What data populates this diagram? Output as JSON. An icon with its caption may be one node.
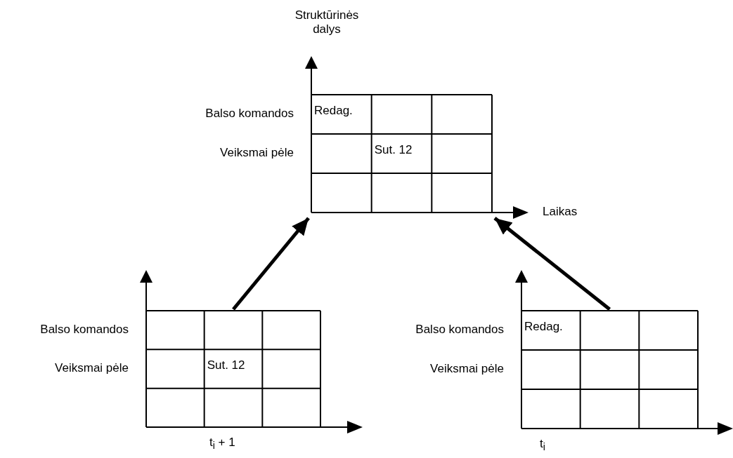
{
  "diagram": {
    "nodes": [
      {
        "text": [
          "Redag.",
          "Sut. 12"
        ],
        "beside": [
          "Balso komandos",
          "Veiksmai pėle"
        ]
      },
      {
        "text": [
          "Sut. 12"
        ],
        "beside": [
          "Balso komandos",
          "Veiksmai pėle",
          "t$_{i}$ + 1"
        ]
      },
      {
        "text": [
          "Redag."
        ],
        "beside": [
          "Balso komandos",
          "Veiksmai pėle",
          "t$_{i}$"
        ]
      }
    ],
    "edges": [
      {
        "from": 1,
        "to": 0,
        "arrow": "to"
      },
      {
        "from": 2,
        "to": 0,
        "arrow": "to"
      }
    ],
    "labels": [
      "Struktūrinės dalys",
      "Laikas"
    ]
  }
}
